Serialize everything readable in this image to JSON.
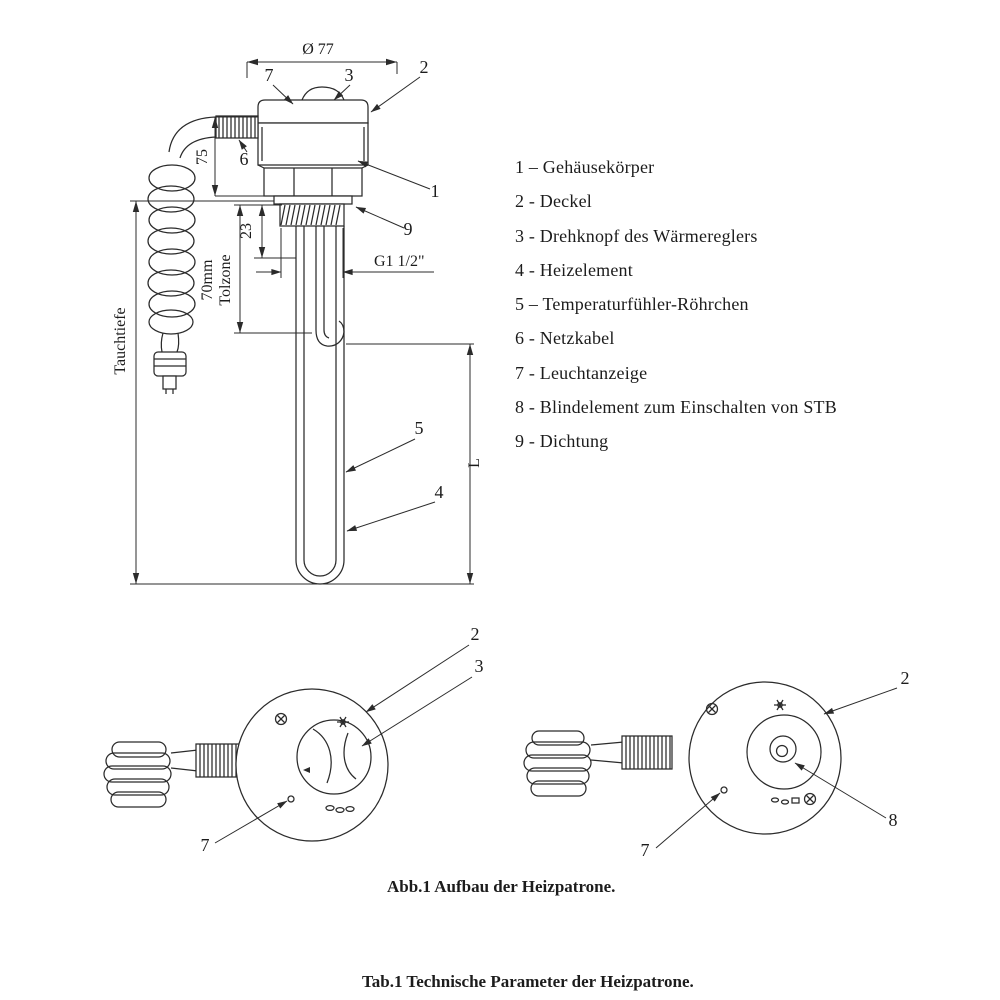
{
  "captions": {
    "figure": "Abb.1 Aufbau der Heizpatrone.",
    "table": "Tab.1 Technische Parameter der Heizpatrone."
  },
  "legend": {
    "items": [
      "1 – Gehäusekörper",
      "2 - Deckel",
      "3 - Drehknopf des Wärmereglers",
      "4 - Heizelement",
      "5 – Temperaturfühler-Röhrchen",
      "6 - Netzkabel",
      "7 - Leuchtanzeige",
      "8 - Blindelement zum Einschalten von STB",
      "9 - Dichtung"
    ]
  },
  "main_drawing": {
    "dimensions": {
      "diameter": "Ø 77",
      "housing_height": "75",
      "thread_depth": "23",
      "tolerance_value": "70mm",
      "tolerance_label": "Tolzone",
      "immersion_depth": "Tauchtiefe",
      "thread_size": "G1 1/2\"",
      "element_length": "L"
    },
    "callouts": {
      "indicator": "7",
      "knob": "3",
      "cover": "2",
      "cable": "6",
      "housing": "1",
      "seal": "9",
      "sensor_tube": "5",
      "heating_element": "4"
    }
  },
  "front_view_left": {
    "callouts": {
      "cover": "2",
      "knob": "3",
      "indicator": "7"
    }
  },
  "front_view_right": {
    "callouts": {
      "cover": "2",
      "blind_element": "8",
      "indicator": "7"
    }
  },
  "colors": {
    "line": "#2b2b2b",
    "text": "#1c1c1c",
    "background": "#ffffff"
  }
}
